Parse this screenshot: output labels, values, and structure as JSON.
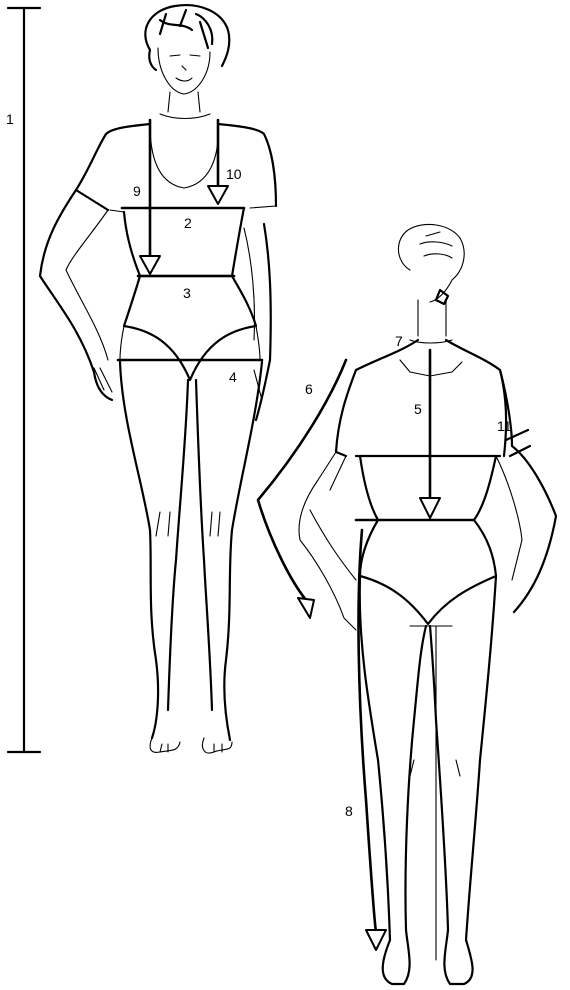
{
  "labels": {
    "m1": "1",
    "m2": "2",
    "m3": "3",
    "m4": "4",
    "m5": "5",
    "m6": "6",
    "m7": "7",
    "m8": "8",
    "m9": "9",
    "m10": "10",
    "m11": "11"
  },
  "colors": {
    "ink": "#000000",
    "paper": "#ffffff"
  }
}
